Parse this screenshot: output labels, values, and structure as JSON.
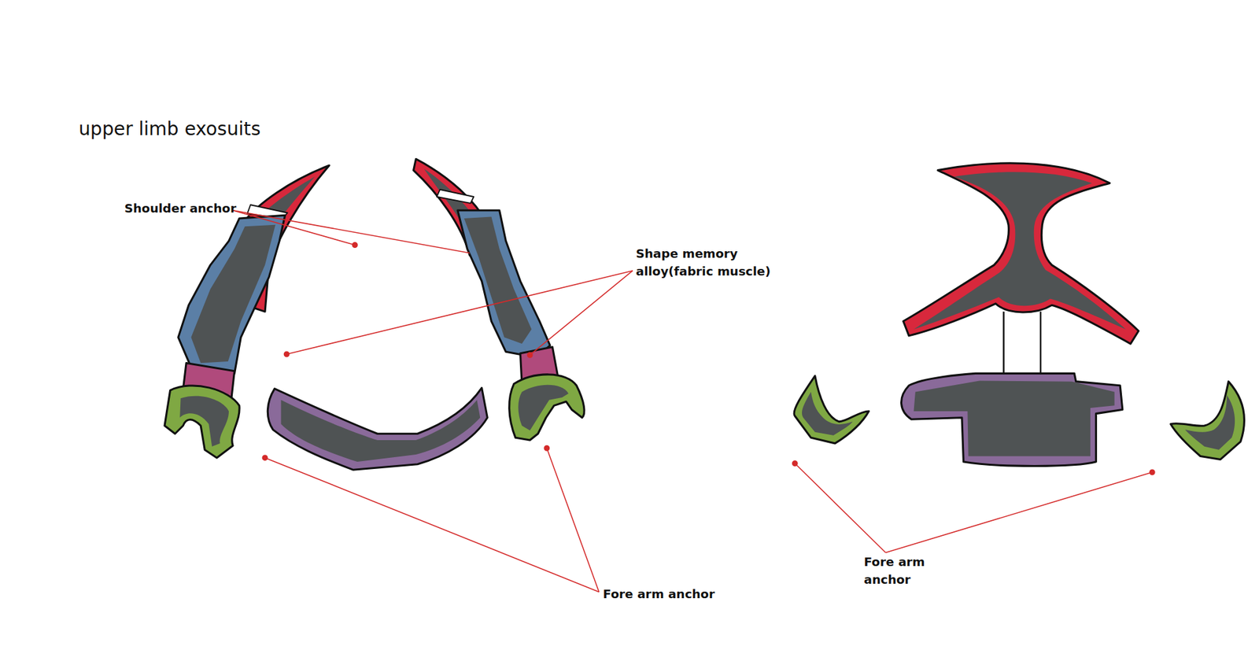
{
  "diagram": {
    "title": "upper limb exosuits",
    "labels": [
      "Shoulder anchor",
      "Shape memory alloy(fabric muscle)",
      "Fore arm anchor",
      "Fore arm anchor"
    ]
  }
}
